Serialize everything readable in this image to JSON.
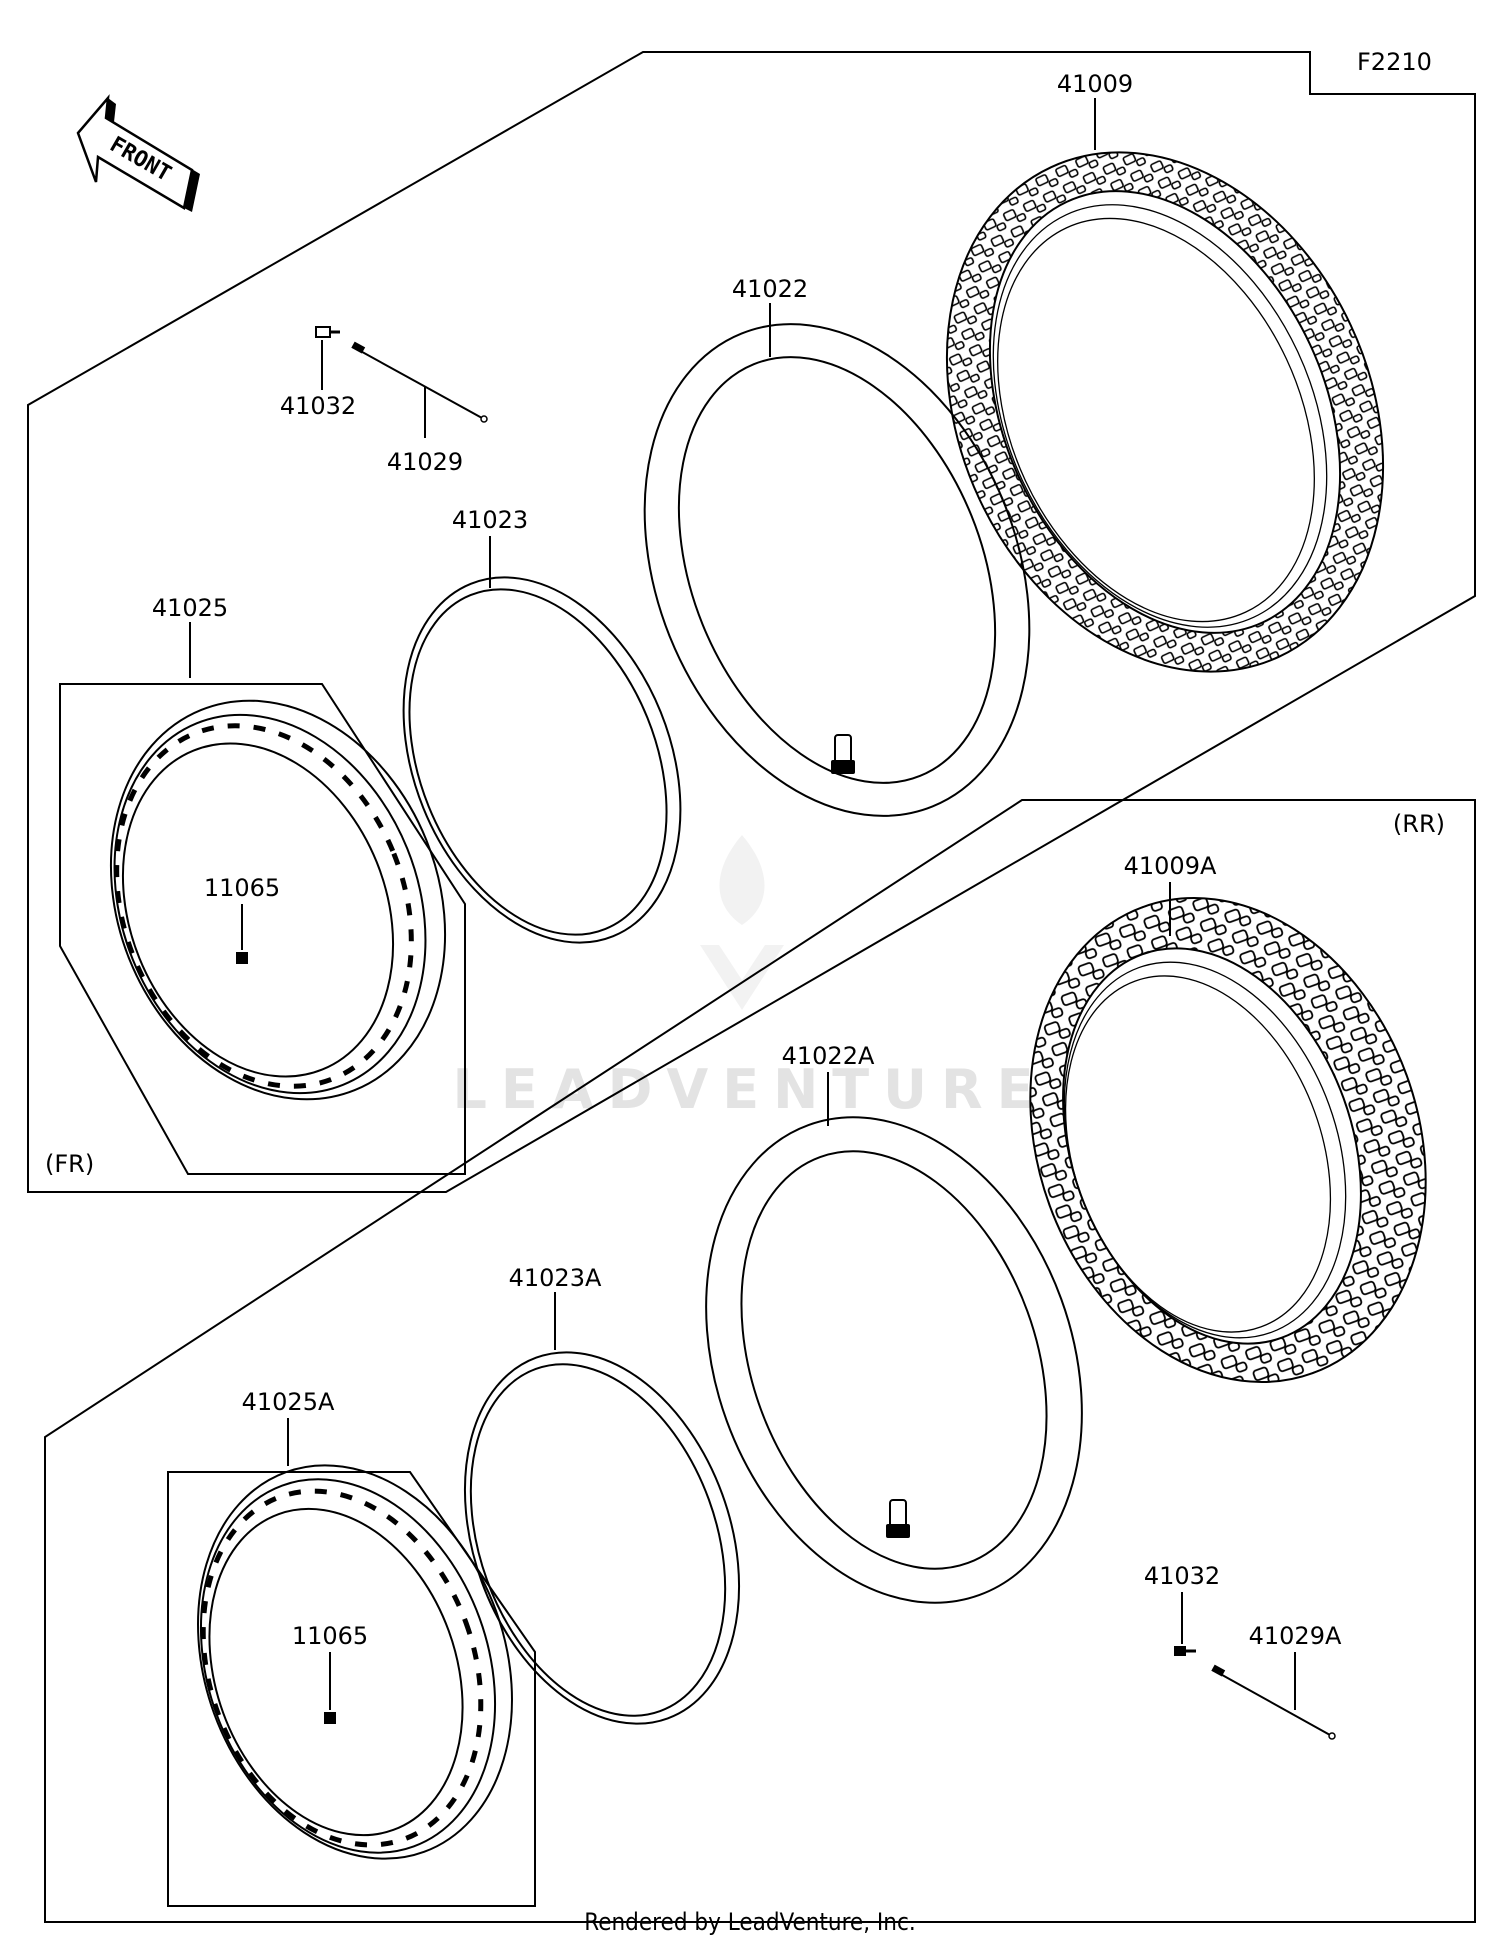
{
  "diagram_code": "F2210",
  "front_label": "FRONT",
  "sections": {
    "front": "(FR)",
    "rear": "(RR)"
  },
  "parts": {
    "front": {
      "tire": "41009",
      "tube": "41022",
      "rim_band": "41023",
      "rim": "41025",
      "rim_nut": "11065",
      "spoke_nipple": "41032",
      "spoke": "41029"
    },
    "rear": {
      "tire": "41009A",
      "tube": "41022A",
      "rim_band": "41023A",
      "rim": "41025A",
      "rim_nut": "11065",
      "spoke_nipple": "41032",
      "spoke": "41029A"
    }
  },
  "watermark": "LEADVENTURE",
  "footer": "Rendered by LeadVenture, Inc."
}
